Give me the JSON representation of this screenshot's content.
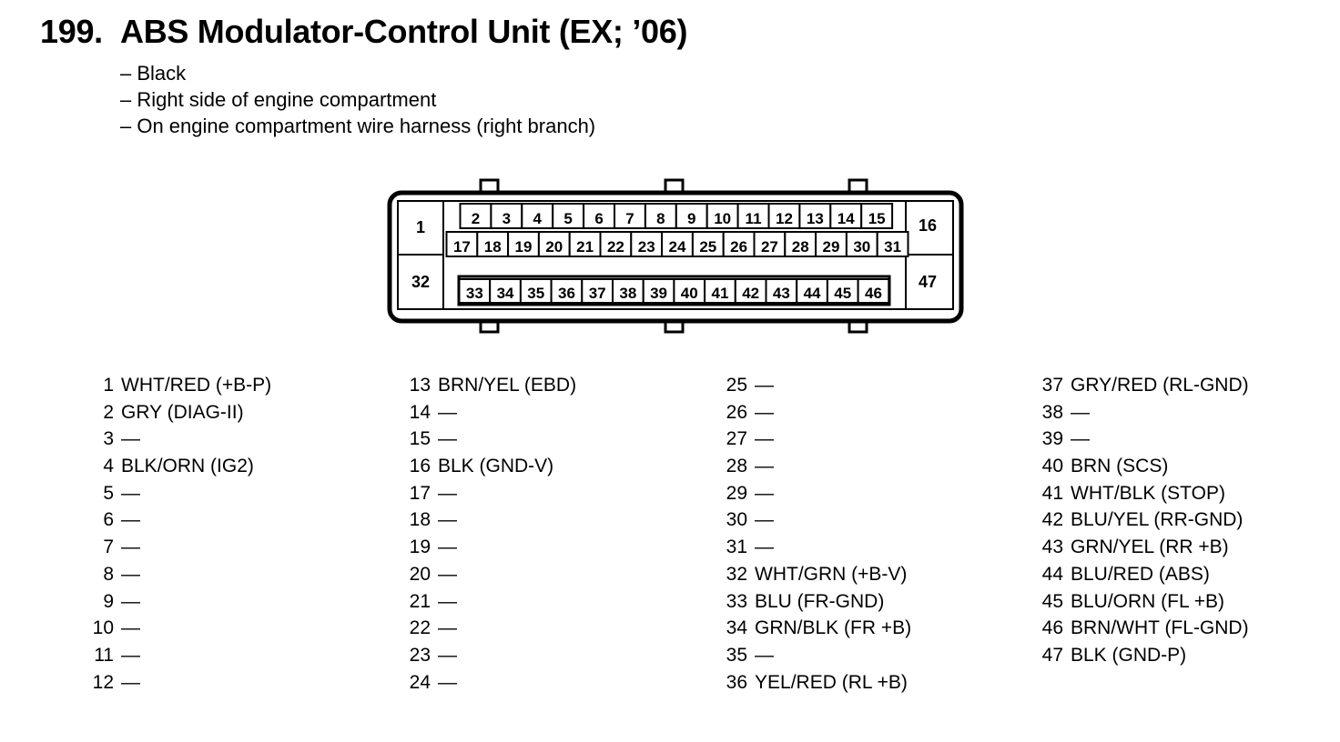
{
  "header": {
    "number": "199.",
    "title": "ABS Modulator-Control Unit (EX; ’06)",
    "notes": [
      "– Black",
      "– Right side of engine compartment",
      "– On engine compartment wire harness (right branch)"
    ]
  },
  "connector": {
    "left_top": "1",
    "left_bottom": "32",
    "right_top": "16",
    "right_bottom": "47",
    "row1": [
      "2",
      "3",
      "4",
      "5",
      "6",
      "7",
      "8",
      "9",
      "10",
      "11",
      "12",
      "13",
      "14",
      "15"
    ],
    "row2": [
      "17",
      "18",
      "19",
      "20",
      "21",
      "22",
      "23",
      "24",
      "25",
      "26",
      "27",
      "28",
      "29",
      "30",
      "31"
    ],
    "row3": [
      "33",
      "34",
      "35",
      "36",
      "37",
      "38",
      "39",
      "40",
      "41",
      "42",
      "43",
      "44",
      "45",
      "46"
    ]
  },
  "pins": [
    [
      {
        "pin": "1",
        "wire": "WHT/RED (+B-P)"
      },
      {
        "pin": "2",
        "wire": "GRY (DIAG-II)"
      },
      {
        "pin": "3",
        "wire": "—"
      },
      {
        "pin": "4",
        "wire": "BLK/ORN (IG2)"
      },
      {
        "pin": "5",
        "wire": "—"
      },
      {
        "pin": "6",
        "wire": "—"
      },
      {
        "pin": "7",
        "wire": "—"
      },
      {
        "pin": "8",
        "wire": "—"
      },
      {
        "pin": "9",
        "wire": "—"
      },
      {
        "pin": "10",
        "wire": "—"
      },
      {
        "pin": "11",
        "wire": "—"
      },
      {
        "pin": "12",
        "wire": "—"
      }
    ],
    [
      {
        "pin": "13",
        "wire": "BRN/YEL (EBD)"
      },
      {
        "pin": "14",
        "wire": "—"
      },
      {
        "pin": "15",
        "wire": "—"
      },
      {
        "pin": "16",
        "wire": "BLK (GND-V)"
      },
      {
        "pin": "17",
        "wire": "—"
      },
      {
        "pin": "18",
        "wire": "—"
      },
      {
        "pin": "19",
        "wire": "—"
      },
      {
        "pin": "20",
        "wire": "—"
      },
      {
        "pin": "21",
        "wire": "—"
      },
      {
        "pin": "22",
        "wire": "—"
      },
      {
        "pin": "23",
        "wire": "—"
      },
      {
        "pin": "24",
        "wire": "—"
      }
    ],
    [
      {
        "pin": "25",
        "wire": "—"
      },
      {
        "pin": "26",
        "wire": "—"
      },
      {
        "pin": "27",
        "wire": "—"
      },
      {
        "pin": "28",
        "wire": "—"
      },
      {
        "pin": "29",
        "wire": "—"
      },
      {
        "pin": "30",
        "wire": "—"
      },
      {
        "pin": "31",
        "wire": "—"
      },
      {
        "pin": "32",
        "wire": "WHT/GRN (+B-V)"
      },
      {
        "pin": "33",
        "wire": "BLU (FR-GND)"
      },
      {
        "pin": "34",
        "wire": "GRN/BLK (FR +B)"
      },
      {
        "pin": "35",
        "wire": "—"
      },
      {
        "pin": "36",
        "wire": "YEL/RED (RL +B)"
      }
    ],
    [
      {
        "pin": "37",
        "wire": "GRY/RED (RL-GND)"
      },
      {
        "pin": "38",
        "wire": "—"
      },
      {
        "pin": "39",
        "wire": "—"
      },
      {
        "pin": "40",
        "wire": "BRN (SCS)"
      },
      {
        "pin": "41",
        "wire": "WHT/BLK (STOP)"
      },
      {
        "pin": "42",
        "wire": "BLU/YEL (RR-GND)"
      },
      {
        "pin": "43",
        "wire": "GRN/YEL (RR +B)"
      },
      {
        "pin": "44",
        "wire": "BLU/RED (ABS)"
      },
      {
        "pin": "45",
        "wire": "BLU/ORN (FL +B)"
      },
      {
        "pin": "46",
        "wire": "BRN/WHT (FL-GND)"
      },
      {
        "pin": "47",
        "wire": "BLK (GND-P)"
      }
    ]
  ]
}
